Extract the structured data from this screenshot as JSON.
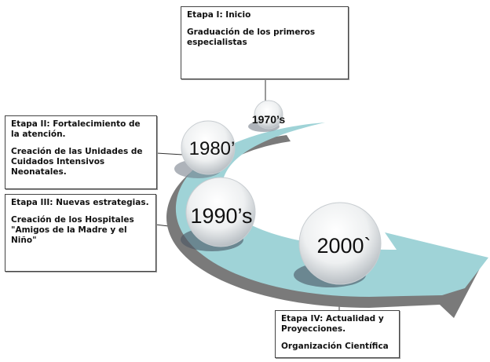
{
  "stages": [
    {
      "title": "Etapa I: Inicio",
      "description": "Graduación de los primeros especialistas",
      "period": "1970’s"
    },
    {
      "title": "Etapa II: Fortalecimiento de la atención.",
      "description": "Creación de las Unidades de Cuidados Intensivos Neonatales.",
      "period": "1980’"
    },
    {
      "title": "Etapa III: Nuevas estrategias.",
      "description": "Creación de los Hospitales \"Amigos de la Madre y el Niño\"",
      "period": "1990’s"
    },
    {
      "title": "Etapa IV: Actualidad y Proyecciones.",
      "description": "Organización Científica",
      "period": "2000`"
    }
  ],
  "colors": {
    "arrow": "#9fd3d7",
    "shadow": "#7a7a7a"
  }
}
